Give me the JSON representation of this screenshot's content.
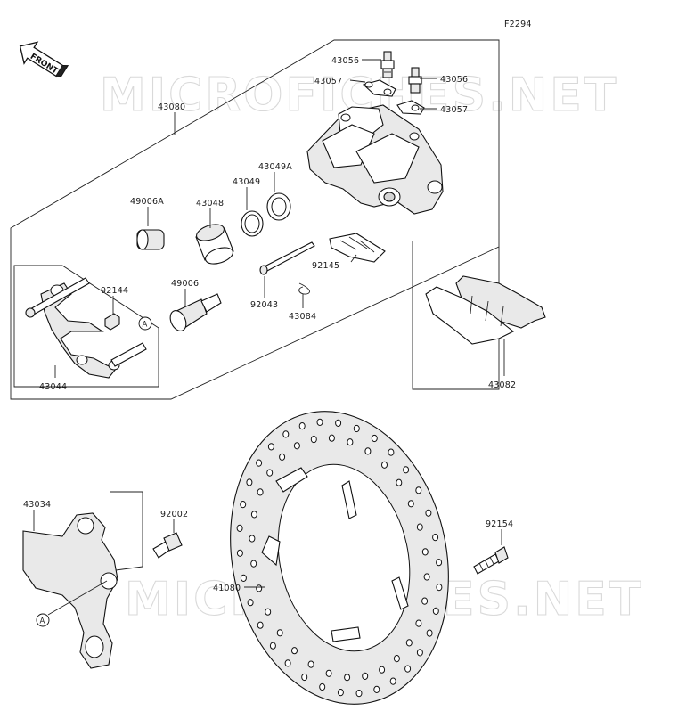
{
  "figure_code": "F2294",
  "front_indicator": "FRONT",
  "watermark": "MICROFICHES.NET",
  "ref_mark": "A",
  "labels": {
    "p43056a": "43056",
    "p43056b": "43056",
    "p43057a": "43057",
    "p43057b": "43057",
    "p43080": "43080",
    "p43049A": "43049A",
    "p43049": "43049",
    "p43048": "43048",
    "p49006A": "49006A",
    "p92144": "92144",
    "p49006": "49006",
    "p92043": "92043",
    "p43084": "43084",
    "p92145": "92145",
    "p43044": "43044",
    "p43082": "43082",
    "p43034": "43034",
    "p92002": "92002",
    "p92154": "92154",
    "p41080": "41080"
  }
}
